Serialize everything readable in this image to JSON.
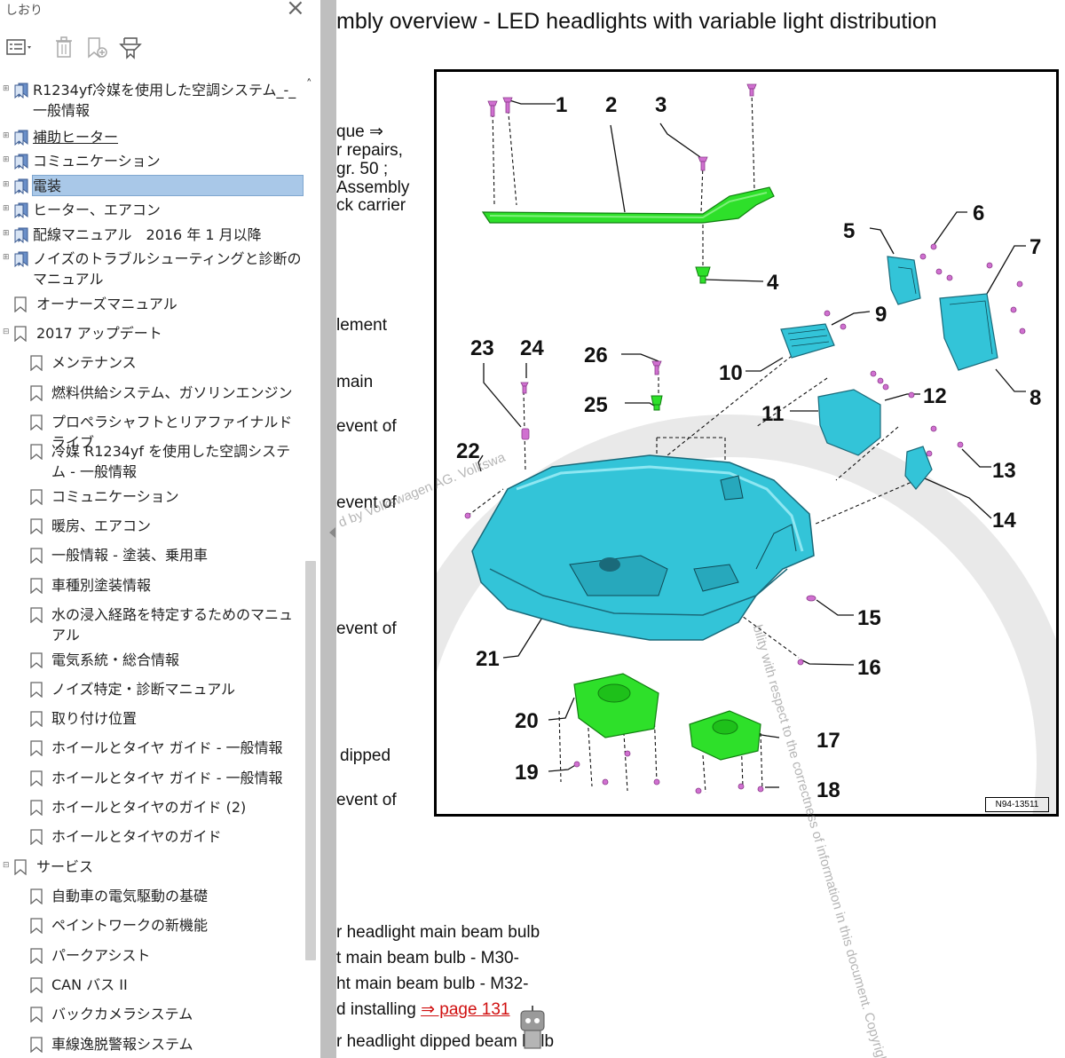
{
  "sidebar": {
    "title": "しおり",
    "items": [
      {
        "label": "R1234yf冷媒を使用した空調システム_-_一般情報",
        "level": 0,
        "expander": "+",
        "icon": "multi-bookmark-icon"
      },
      {
        "label": "補助ヒーター",
        "level": 0,
        "expander": "+",
        "icon": "multi-bookmark-icon"
      },
      {
        "label": "コミュニケーション",
        "level": 0,
        "expander": "+",
        "icon": "multi-bookmark-icon"
      },
      {
        "label": "電装",
        "level": 0,
        "expander": "+",
        "icon": "multi-bookmark-icon"
      },
      {
        "label": "ヒーター、エアコン",
        "level": 0,
        "expander": "+",
        "icon": "multi-bookmark-icon"
      },
      {
        "label": "配線マニュアル　2016 年 1 月以降",
        "level": 0,
        "expander": "+",
        "icon": "multi-bookmark-icon"
      },
      {
        "label": "ノイズのトラブルシューティングと診断のマニュアル",
        "level": 0,
        "expander": "+",
        "icon": "multi-bookmark-icon"
      },
      {
        "label": "オーナーズマニュアル",
        "level": 0,
        "expander": "",
        "icon": "bookmark-icon"
      },
      {
        "label": "2017 アップデート",
        "level": 0,
        "expander": "-",
        "icon": "bookmark-icon"
      },
      {
        "label": "メンテナンス",
        "level": 1,
        "expander": "",
        "icon": "bookmark-icon"
      },
      {
        "label": "燃料供給システム、ガソリンエンジン",
        "level": 1,
        "expander": "",
        "icon": "bookmark-icon"
      },
      {
        "label": "プロペラシャフトとリアファイナルドライブ",
        "level": 1,
        "expander": "",
        "icon": "bookmark-icon"
      },
      {
        "label": "冷媒 R1234yf を使用した空調システム - 一般情報",
        "level": 1,
        "expander": "",
        "icon": "bookmark-icon"
      },
      {
        "label": "コミュニケーション",
        "level": 1,
        "expander": "",
        "icon": "bookmark-icon"
      },
      {
        "label": "暖房、エアコン",
        "level": 1,
        "expander": "",
        "icon": "bookmark-icon"
      },
      {
        "label": "一般情報 - 塗装、乗用車",
        "level": 1,
        "expander": "",
        "icon": "bookmark-icon"
      },
      {
        "label": "車種別塗装情報",
        "level": 1,
        "expander": "",
        "icon": "bookmark-icon"
      },
      {
        "label": "水の浸入経路を特定するためのマニュアル",
        "level": 1,
        "expander": "",
        "icon": "bookmark-icon"
      },
      {
        "label": "電気系統・総合情報",
        "level": 1,
        "expander": "",
        "icon": "bookmark-icon"
      },
      {
        "label": "ノイズ特定・診断マニュアル",
        "level": 1,
        "expander": "",
        "icon": "bookmark-icon"
      },
      {
        "label": "取り付け位置",
        "level": 1,
        "expander": "",
        "icon": "bookmark-icon"
      },
      {
        "label": "ホイールとタイヤ ガイド - 一般情報",
        "level": 1,
        "expander": "",
        "icon": "bookmark-icon"
      },
      {
        "label": "ホイールとタイヤ ガイド - 一般情報",
        "level": 1,
        "expander": "",
        "icon": "bookmark-icon"
      },
      {
        "label": "ホイールとタイヤのガイド (2)",
        "level": 1,
        "expander": "",
        "icon": "bookmark-icon"
      },
      {
        "label": "ホイールとタイヤのガイド",
        "level": 1,
        "expander": "",
        "icon": "bookmark-icon"
      },
      {
        "label": "サービス",
        "level": 0,
        "expander": "-",
        "icon": "bookmark-icon"
      },
      {
        "label": "自動車の電気駆動の基礎",
        "level": 1,
        "expander": "",
        "icon": "bookmark-icon"
      },
      {
        "label": "ペイントワークの新機能",
        "level": 1,
        "expander": "",
        "icon": "bookmark-icon"
      },
      {
        "label": "パークアシスト",
        "level": 1,
        "expander": "",
        "icon": "bookmark-icon"
      },
      {
        "label": "CAN バス II",
        "level": 1,
        "expander": "",
        "icon": "bookmark-icon"
      },
      {
        "label": "バックカメラシステム",
        "level": 1,
        "expander": "",
        "icon": "bookmark-icon"
      },
      {
        "label": "車線逸脱警報システム",
        "level": 1,
        "expander": "",
        "icon": "bookmark-icon"
      }
    ]
  },
  "document": {
    "title": "mbly overview - LED headlights with variable light distribution",
    "left_fragments": [
      "que ⇒",
      "r repairs,",
      "gr.  50 ;",
      "Assembly",
      "ck carrier",
      "lement",
      "main",
      "event of",
      "event of",
      "event of",
      "dipped",
      "event of"
    ],
    "bottom_fragments": [
      "r headlight main beam bulb",
      "t main beam bulb - M30-",
      "ht main beam bulb - M32-",
      "d installing ",
      "r headlight dipped beam bulb"
    ],
    "link_text": "⇒ page 131",
    "figure_id": "N94-13511",
    "callouts": [
      "1",
      "2",
      "3",
      "4",
      "5",
      "6",
      "7",
      "8",
      "9",
      "10",
      "11",
      "12",
      "13",
      "14",
      "15",
      "16",
      "17",
      "18",
      "19",
      "20",
      "21",
      "22",
      "23",
      "24",
      "25",
      "26"
    ],
    "watermark_top": "d by Volkswagen AG. Volkswa",
    "watermark_right": "bility with respect to the correctness of information in this document. Copyright"
  },
  "colors": {
    "housing": "#33c4d8",
    "bracket": "#2ee02a",
    "screw": "#d070d0",
    "selected_bg": "#a9c8e8"
  }
}
